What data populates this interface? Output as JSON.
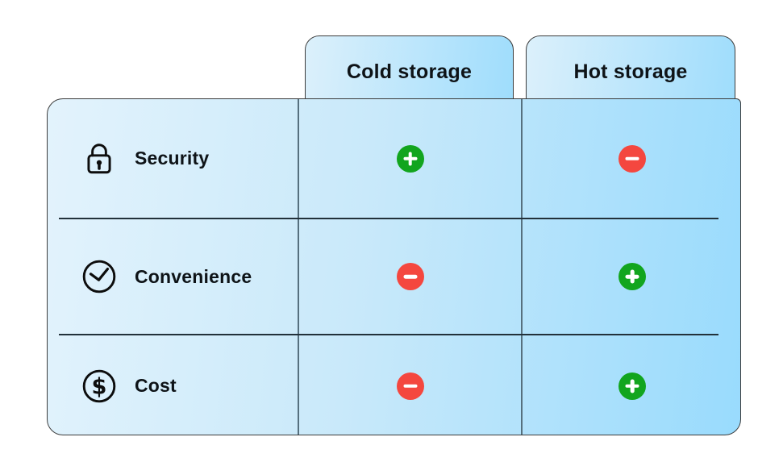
{
  "header": {
    "tabs": [
      {
        "label": "Cold storage"
      },
      {
        "label": "Hot storage"
      }
    ]
  },
  "rows": [
    {
      "label": "Security",
      "icon": "lock-icon",
      "cold": "plus",
      "hot": "minus"
    },
    {
      "label": "Convenience",
      "icon": "clock-icon",
      "cold": "minus",
      "hot": "plus"
    },
    {
      "label": "Cost",
      "icon": "dollar-icon",
      "cold": "minus",
      "hot": "plus"
    }
  ],
  "badges": {
    "plus_symbol": "+",
    "minus_symbol": "-"
  },
  "colors": {
    "plus_badge": "#12a51e",
    "minus_badge": "#f4473f",
    "outline": "#3c3c3c",
    "row_divider": "#22313a",
    "column_divider": "#56707e",
    "tab_gradient_start": "#dcf0fb",
    "tab_gradient_end": "#9fddfc",
    "board_gradient_start": "#e3f3fc",
    "board_gradient_end": "#99dbfd"
  }
}
